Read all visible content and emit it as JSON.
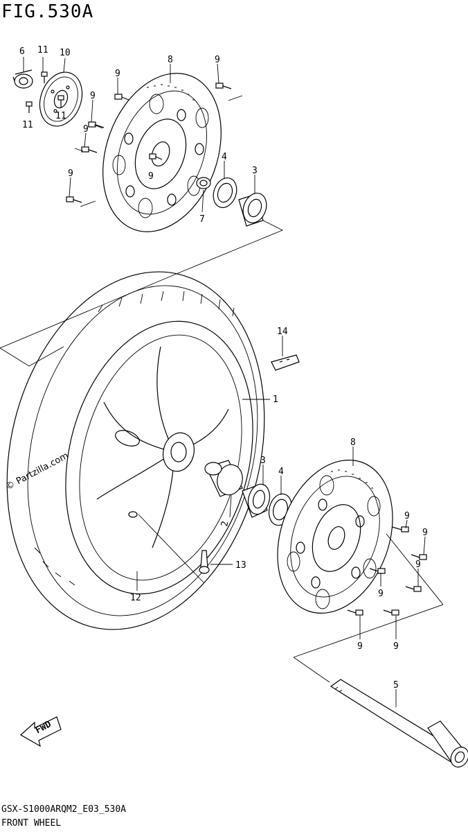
{
  "figure": {
    "title": "FIG.530A",
    "code": "GSX-S1000ARQM2_E03_530A",
    "name": "FRONT WHEEL",
    "watermark": "© Partzilla.com",
    "fwd_label": "FWD"
  },
  "callouts": [
    {
      "id": "c6",
      "label": "6"
    },
    {
      "id": "c11a",
      "label": "11"
    },
    {
      "id": "c10",
      "label": "10"
    },
    {
      "id": "c11b",
      "label": "11"
    },
    {
      "id": "c11c",
      "label": "11"
    },
    {
      "id": "c8a",
      "label": "8"
    },
    {
      "id": "c9a",
      "label": "9"
    },
    {
      "id": "c9b",
      "label": "9"
    },
    {
      "id": "c9c",
      "label": "9"
    },
    {
      "id": "c9d",
      "label": "9"
    },
    {
      "id": "c9e",
      "label": "9"
    },
    {
      "id": "c9f",
      "label": "9"
    },
    {
      "id": "c4a",
      "label": "4"
    },
    {
      "id": "c3a",
      "label": "3"
    },
    {
      "id": "c7",
      "label": "7"
    },
    {
      "id": "c14",
      "label": "14"
    },
    {
      "id": "c1",
      "label": "1"
    },
    {
      "id": "c8b",
      "label": "8"
    },
    {
      "id": "c3b",
      "label": "3"
    },
    {
      "id": "c4b",
      "label": "4"
    },
    {
      "id": "c2",
      "label": "2"
    },
    {
      "id": "c13",
      "label": "13"
    },
    {
      "id": "c12",
      "label": "12"
    },
    {
      "id": "c9g",
      "label": "9"
    },
    {
      "id": "c9h",
      "label": "9"
    },
    {
      "id": "c9i",
      "label": "9"
    },
    {
      "id": "c9j",
      "label": "9"
    },
    {
      "id": "c9k",
      "label": "9"
    },
    {
      "id": "c9l",
      "label": "9"
    },
    {
      "id": "c5",
      "label": "5"
    }
  ]
}
